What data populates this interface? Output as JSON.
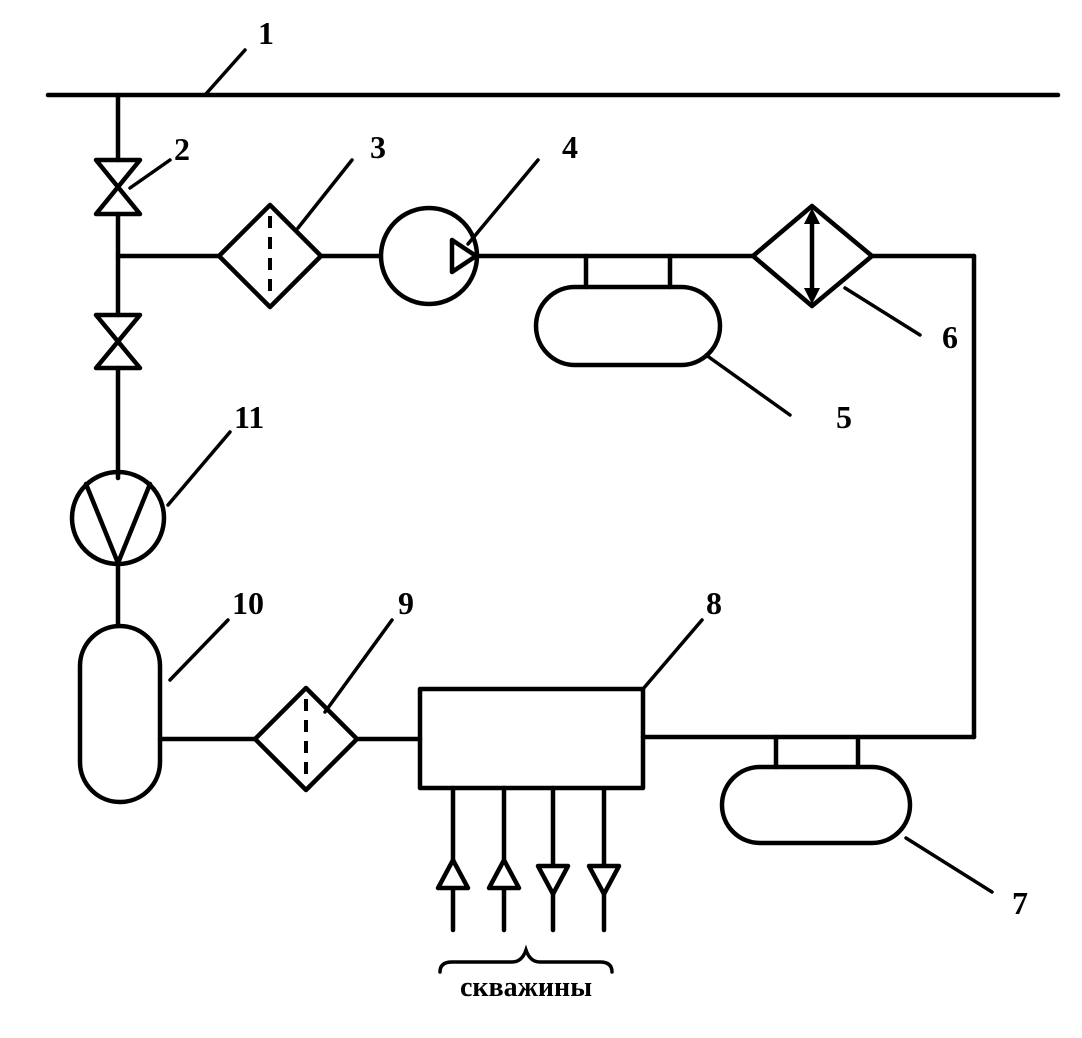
{
  "labels": {
    "l1": "1",
    "l2": "2",
    "l3": "3",
    "l4": "4",
    "l5": "5",
    "l6": "6",
    "l7": "7",
    "l8": "8",
    "l9": "9",
    "l10": "10",
    "l11": "11"
  },
  "wells_caption": "скважины"
}
